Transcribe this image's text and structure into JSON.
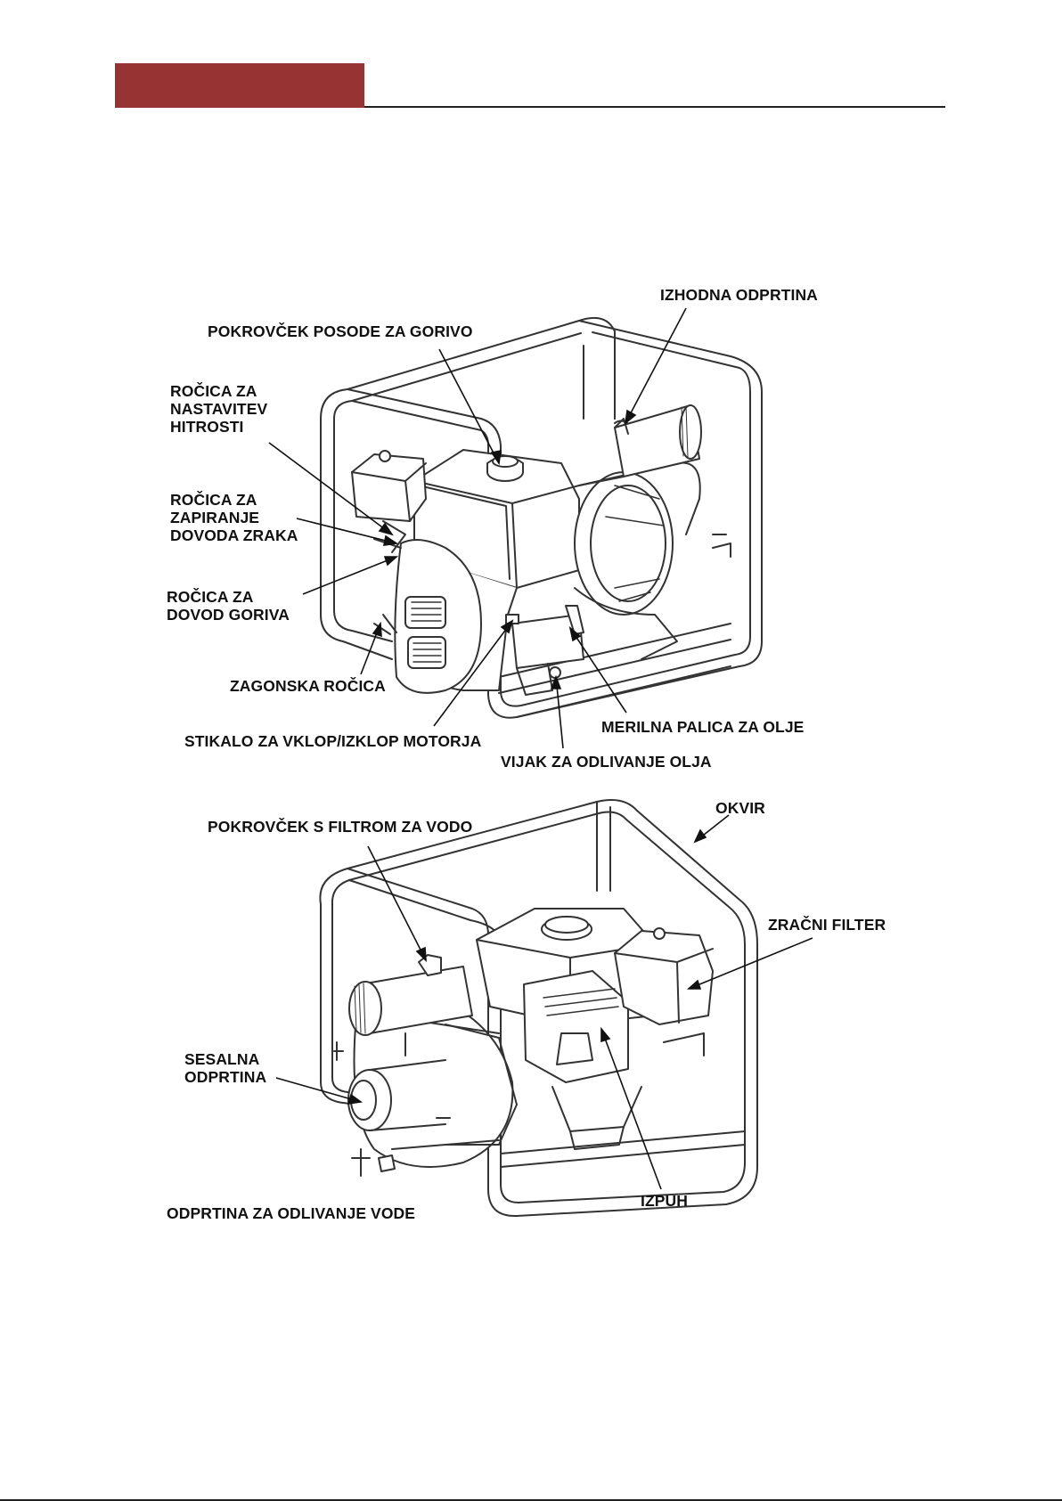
{
  "header": {
    "accent_color": "#963333"
  },
  "figure_top": {
    "labels": {
      "outlet": "IZHODNA ODPRTINA",
      "fuel_cap": "POKROVČEK POSODE ZA GORIVO",
      "throttle": "ROČICA ZA\nNASTAVITEV\nHITROSTI",
      "choke": "ROČICA ZA\nZAPIRANJE\nDOVODA ZRAKA",
      "fuel_valve": "ROČICA ZA\nDOVOD GORIVA",
      "recoil": "ZAGONSKA ROČICA",
      "engine_switch": "STIKALO ZA VKLOP/IZKLOP MOTORJA",
      "dipstick": "MERILNA PALICA ZA OLJE",
      "oil_drain": "VIJAK ZA ODLIVANJE OLJA"
    }
  },
  "figure_bottom": {
    "labels": {
      "priming_cap": "POKROVČEK S FILTROM ZA VODO",
      "frame": "OKVIR",
      "air_filter": "ZRAČNI FILTER",
      "inlet": "SESALNA\nODPRTINA",
      "water_drain": "ODPRTINA ZA ODLIVANJE VODE",
      "exhaust": "IZPUH"
    }
  }
}
